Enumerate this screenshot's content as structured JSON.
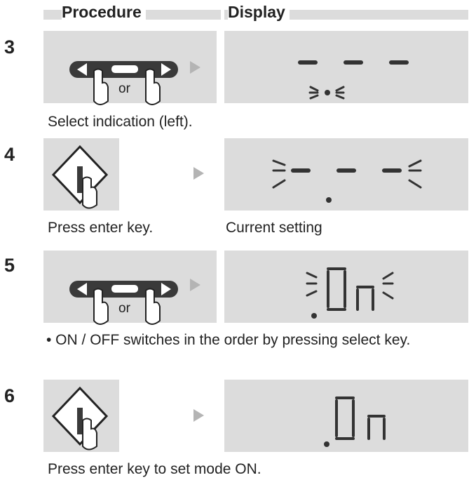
{
  "header": {
    "procedure": "Procedure",
    "display": "Display"
  },
  "steps": [
    {
      "number": "3",
      "button": "or",
      "caption": "Select indication (left)."
    },
    {
      "number": "4",
      "caption": "Press enter key.",
      "display_caption": "Current setting"
    },
    {
      "number": "5",
      "button": "or",
      "display": "0n",
      "note": "• ON / OFF switches in the order by pressing select key."
    },
    {
      "number": "6",
      "display": "0n",
      "caption": "Press enter key to set mode ON."
    }
  ]
}
